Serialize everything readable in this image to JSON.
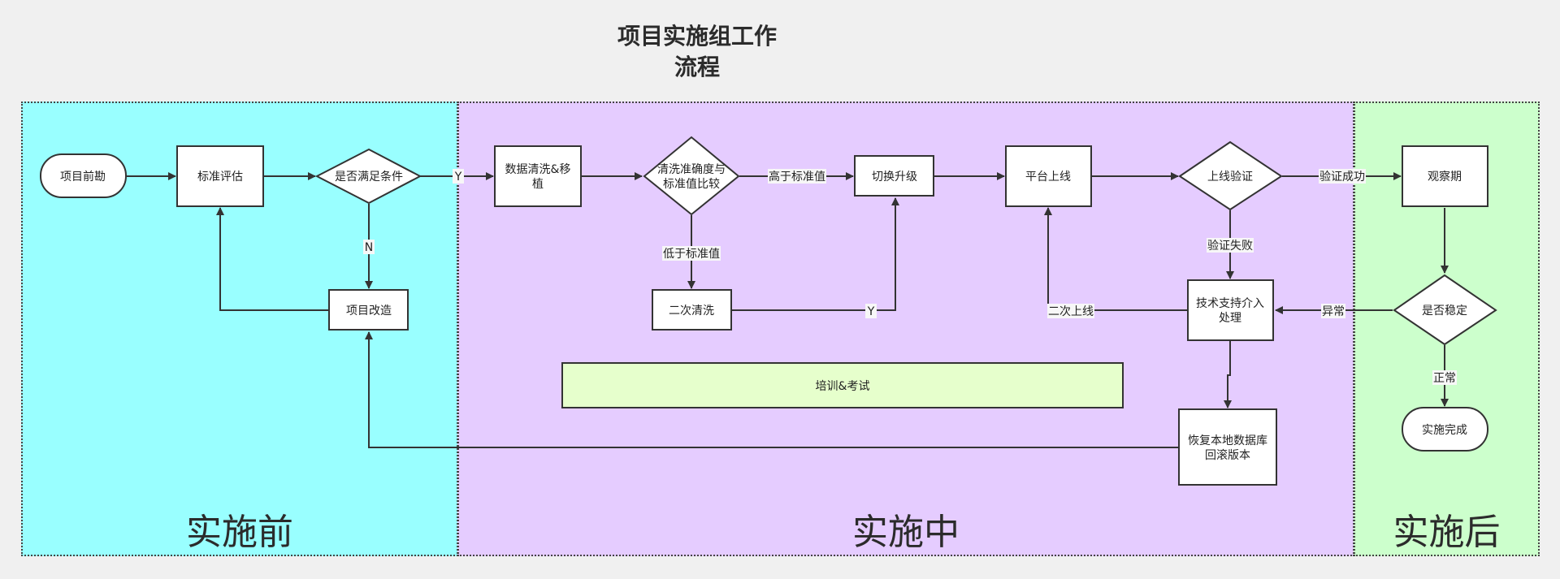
{
  "title_line1": "项目实施组工作",
  "title_line2": "流程",
  "zones": {
    "before": {
      "label": "实施前",
      "color": "#99ffff"
    },
    "during": {
      "label": "实施中",
      "color": "#e5ccff"
    },
    "after": {
      "label": "实施后",
      "color": "#ccffcc"
    }
  },
  "nodes": {
    "project_survey": "项目前勘",
    "standard_eval": "标准评估",
    "condition_check": "是否满足条件",
    "project_rework": "项目改造",
    "data_clean_1": "数据清洗&移",
    "data_clean_2": "植",
    "accuracy_cmp_1": "清洗准确度与",
    "accuracy_cmp_2": "标准值比较",
    "second_clean": "二次清洗",
    "switch_upgrade": "切换升级",
    "platform_online": "平台上线",
    "online_verify": "上线验证",
    "tech_support_1": "技术支持介入",
    "tech_support_2": "处理",
    "restore_1": "恢复本地数据库",
    "restore_2": "回滚版本",
    "training": "培训&考试",
    "observation": "观察期",
    "stable_check": "是否稳定",
    "impl_done": "实施完成"
  },
  "edge_labels": {
    "yes": "Y",
    "no": "N",
    "above_standard": "高于标准值",
    "below_standard": "低于标准值",
    "second_yes": "Y",
    "verify_success": "验证成功",
    "verify_fail": "验证失败",
    "second_online": "二次上线",
    "abnormal": "异常",
    "normal": "正常"
  },
  "colors": {
    "training_fill": "#e6ffcc",
    "stroke": "#333333"
  }
}
